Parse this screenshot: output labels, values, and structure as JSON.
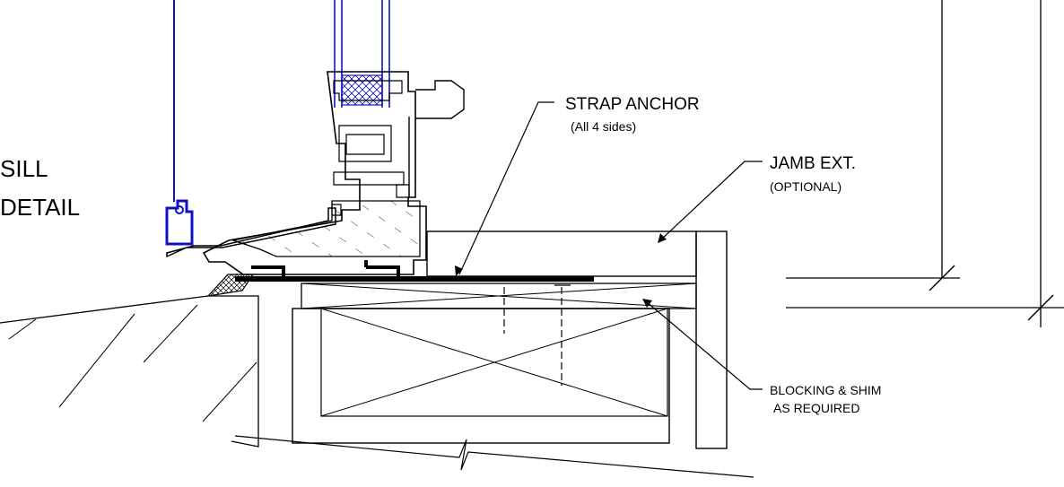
{
  "title": {
    "line1": "SILL",
    "line2": "DETAIL"
  },
  "callouts": {
    "strap_anchor": {
      "label": "STRAP ANCHOR",
      "note": "(All 4 sides)"
    },
    "jamb_ext": {
      "label": "JAMB EXT.",
      "note": "(OPTIONAL)"
    },
    "blocking": {
      "line1": "BLOCKING & SHIM",
      "line2": "AS REQUIRED"
    }
  },
  "colors": {
    "linework": "#000000",
    "glazing": "#1010c8"
  }
}
